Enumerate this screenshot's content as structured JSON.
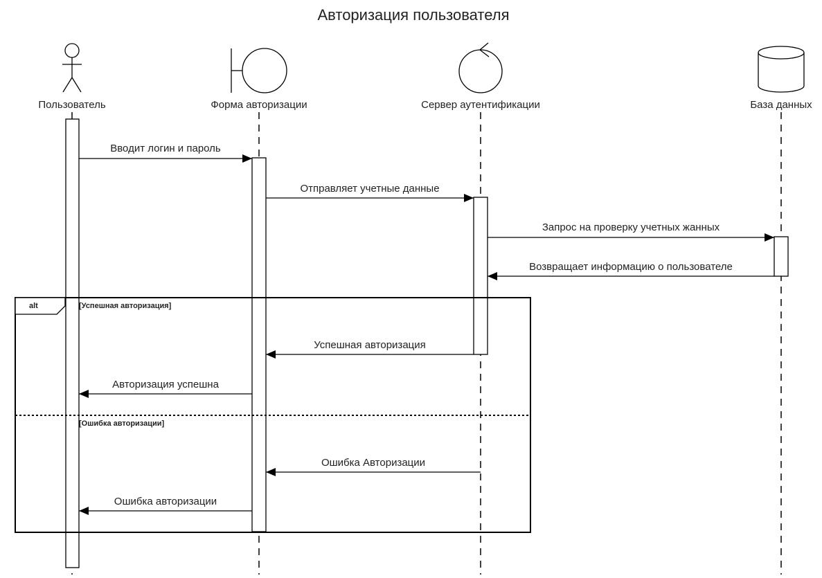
{
  "title": "Авторизация пользователя",
  "participants": {
    "user": "Пользователь",
    "form": "Форма авторизации",
    "server": "Сервер аутентификации",
    "db": "База данных"
  },
  "messages": {
    "m1": "Вводит логин и пароль",
    "m2": "Отправляет учетные данные",
    "m3": "Запрос на проверку учетных жанных",
    "m4": "Возвращает информацию о пользователе",
    "m5": "Успешная авторизация",
    "m6": "Авторизация успешна",
    "m7": "Ошибка Авторизации",
    "m8": "Ошибка авторизации"
  },
  "fragment": {
    "operator": "alt",
    "guard1": "[Успешная авторизация]",
    "guard2": "[Ошибка авторизации]"
  },
  "icons": {
    "user": "actor-icon",
    "form": "boundary-icon",
    "server": "control-icon",
    "db": "database-icon"
  }
}
